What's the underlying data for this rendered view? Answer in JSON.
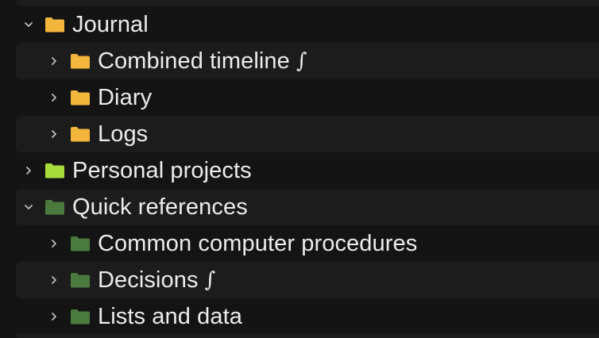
{
  "colors": {
    "folder_yellow": "#f2b63c",
    "folder_lime": "#a8dc3c",
    "folder_green": "#4b7a3f",
    "chevron": "#bdbdbd"
  },
  "tree": {
    "journal": {
      "label": "Journal",
      "expanded": true,
      "icon": "folder-icon",
      "children": [
        {
          "label": "Combined timeline",
          "suffix": "∫",
          "expanded": false
        },
        {
          "label": "Diary",
          "expanded": false
        },
        {
          "label": "Logs",
          "expanded": false
        }
      ]
    },
    "personal_projects": {
      "label": "Personal projects",
      "expanded": false,
      "icon": "folder-icon"
    },
    "quick_references": {
      "label": "Quick references",
      "expanded": true,
      "icon": "folder-icon",
      "children": [
        {
          "label": "Common computer procedures",
          "expanded": false
        },
        {
          "label": "Decisions",
          "suffix": "∫",
          "expanded": false
        },
        {
          "label": "Lists and data",
          "expanded": false
        }
      ]
    }
  }
}
